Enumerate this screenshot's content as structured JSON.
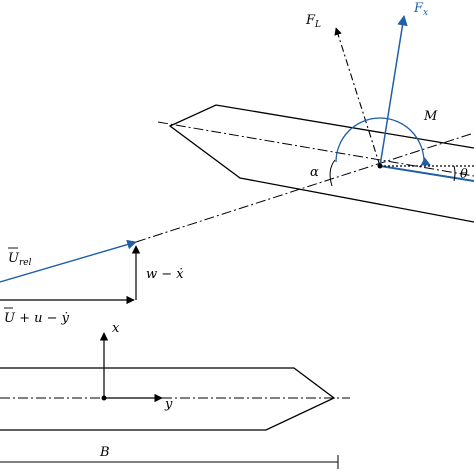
{
  "labels": {
    "f_l": "F",
    "f_l_sub": "L",
    "f_x": "F",
    "f_x_sub": "x",
    "moment": "M",
    "alpha": "α",
    "theta": "θ",
    "u_rel": "U",
    "u_rel_sub": "rel",
    "w_minus_xdot": "w − ẋ",
    "u_plus_u_minus_ydot": "U + u − ẏ",
    "x_axis": "x",
    "y_axis": "y",
    "width_b": "B"
  },
  "colors": {
    "ink": "#000000",
    "accent_blue": "#1f5fa8"
  }
}
